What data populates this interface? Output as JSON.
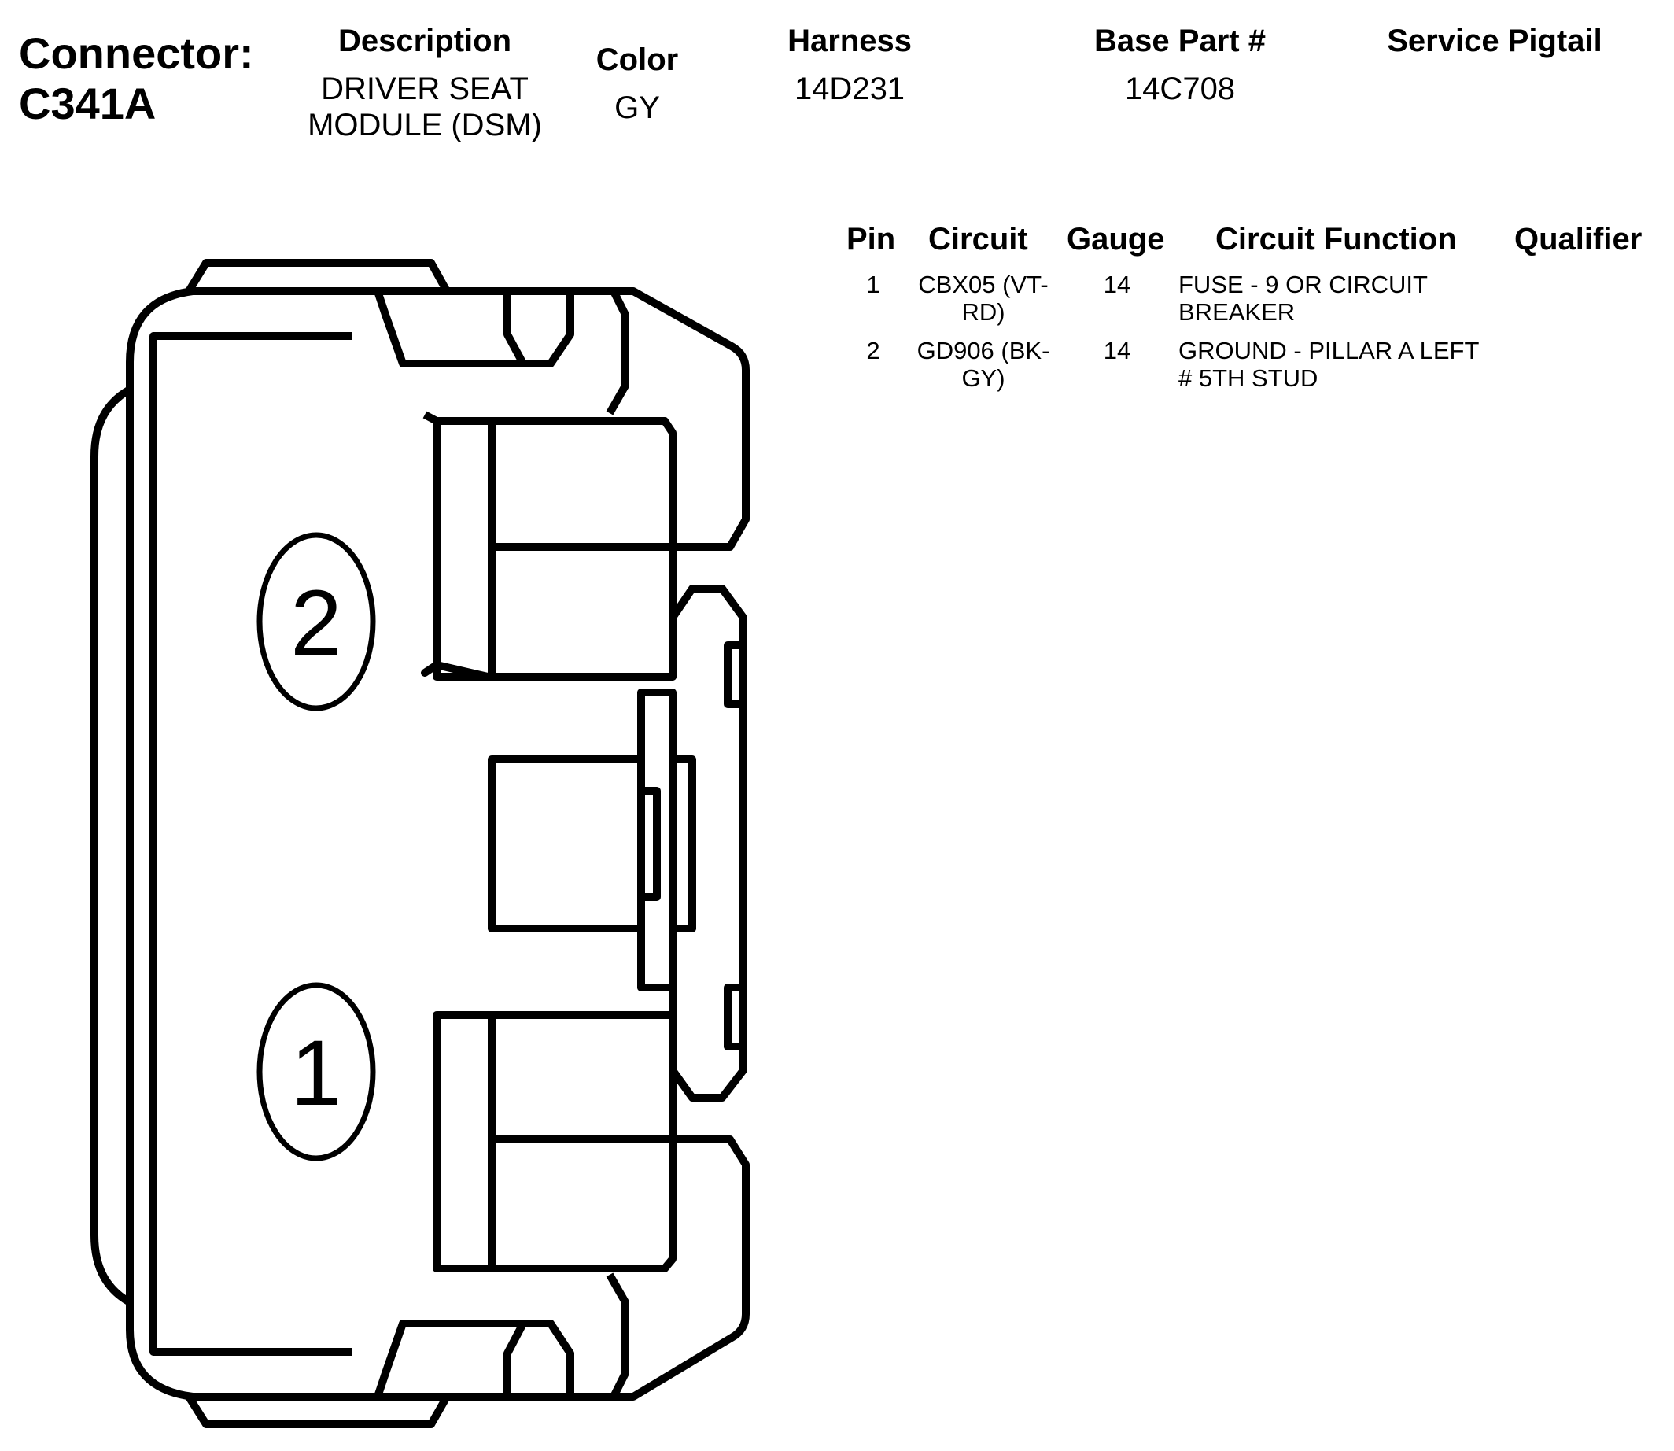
{
  "connector": {
    "label": "Connector:",
    "id": "C341A"
  },
  "header": {
    "description_title": "Description",
    "description_line1": "DRIVER SEAT",
    "description_line2": "MODULE (DSM)",
    "color_title": "Color",
    "color_value": "GY",
    "harness_title": "Harness",
    "harness_value": "14D231",
    "base_part_title": "Base Part #",
    "base_part_value": "14C708",
    "service_pigtail_title": "Service Pigtail"
  },
  "pin_table": {
    "columns": [
      "Pin",
      "Circuit",
      "Gauge",
      "Circuit Function",
      "Qualifier"
    ],
    "rows": [
      {
        "pin": "1",
        "circuit_line1": "CBX05 (VT-",
        "circuit_line2": "RD)",
        "gauge": "14",
        "function_line1": "FUSE - 9 OR CIRCUIT",
        "function_line2": "BREAKER",
        "qualifier": ""
      },
      {
        "pin": "2",
        "circuit_line1": "GD906 (BK-",
        "circuit_line2": "GY)",
        "gauge": "14",
        "function_line1": "GROUND - PILLAR A LEFT",
        "function_line2": "# 5TH STUD",
        "qualifier": ""
      }
    ]
  },
  "diagram": {
    "pin_labels": [
      "2",
      "1"
    ]
  }
}
